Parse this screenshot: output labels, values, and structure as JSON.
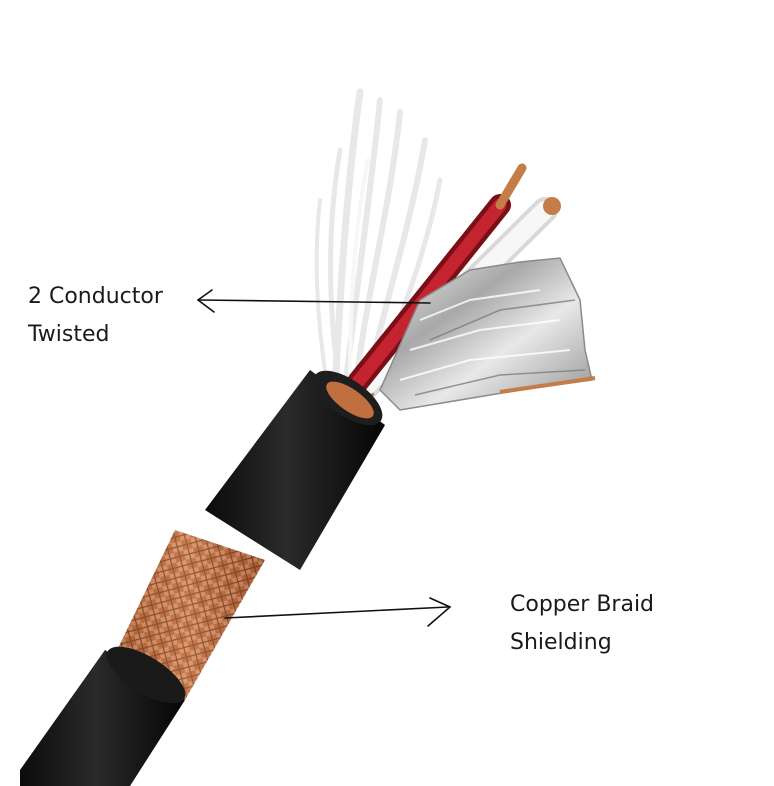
{
  "annotations": {
    "conductor": {
      "line1": "2 Conductor",
      "line2": "Twisted"
    },
    "braid": {
      "line1": "Copper Braid",
      "line2": "Shielding"
    }
  },
  "colors": {
    "jacket": "#161616",
    "copper": "#c8784a",
    "red_wire": "#b8202a",
    "white_wire": "#f2f2f2",
    "foil": "#c9c9c9",
    "filler": "#eef0f2"
  }
}
